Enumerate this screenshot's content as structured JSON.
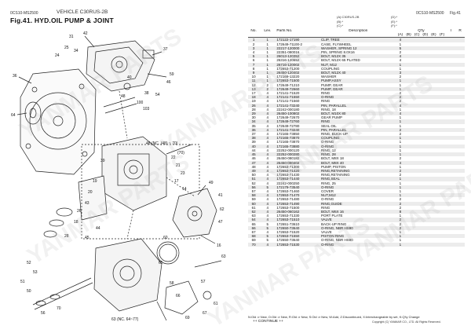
{
  "header": {
    "left_code": "0CS10-MS2500",
    "vehicle": "VEHICLE C30RUS-2B",
    "right_code": "0CS10-MS2500",
    "right_fig": "Fig.41",
    "title": "Fig.41.   HYD.OIL PUMP & JOINT"
  },
  "legend_top": {
    "a": "(A):C30RUS-2B",
    "b": "(B):*",
    "c": "(C):*",
    "d": "(D):*",
    "e": "(E):*",
    "f": "(F):*"
  },
  "columns": {
    "no": "No.",
    "lev": "Lev.",
    "part": "Parts No.",
    "desc": "Description",
    "qty": "Q'ty",
    "i": "I",
    "r": "R",
    "qa": "(A)",
    "qb": "(B)",
    "qc": "(C)",
    "qd": "(D)",
    "qe": "(E)",
    "qf": "(F)"
  },
  "rows": [
    {
      "no": "1",
      "lev": "1",
      "part": "172122-17190",
      "desc": "CLIP, TREE",
      "qty": "4"
    },
    {
      "no": "2",
      "lev": "1",
      "part": "172649-71100-2",
      "desc": "CASE, FLYWHEEL",
      "qty": "1"
    },
    {
      "no": "3",
      "lev": "1",
      "part": "22217-120000",
      "desc": "WASHER, SPRING 12",
      "qty": "5"
    },
    {
      "no": "4",
      "lev": "1",
      "part": "22351-080016",
      "desc": "PIN, SPRING 8.0X16",
      "qty": "2"
    },
    {
      "no": "5",
      "lev": "1",
      "part": "26013-120352",
      "desc": "BOLT, M12X 35",
      "qty": "4"
    },
    {
      "no": "6",
      "lev": "1",
      "part": "26316-120652",
      "desc": "BOLT, M12X 65 PLATED",
      "qty": "4"
    },
    {
      "no": "7",
      "lev": "1",
      "part": "26716-120002",
      "desc": "NUT, M12",
      "qty": "1"
    },
    {
      "no": "8",
      "lev": "1",
      "part": "172653-71200",
      "desc": "COUPLING",
      "qty": "1"
    },
    {
      "no": "9",
      "lev": "1",
      "part": "26450-120402",
      "desc": "BOLT, M12X 40",
      "qty": "3"
    },
    {
      "no": "10",
      "lev": "1",
      "part": "172169-13220",
      "desc": "WASHER",
      "qty": "2"
    },
    {
      "no": "11",
      "lev": "1",
      "part": "172653-71500",
      "desc": "PUMP,ASSY",
      "qty": "1"
    },
    {
      "no": "12",
      "lev": "2",
      "part": "172649-71210",
      "desc": "PUMP, GEAR",
      "qty": "1"
    },
    {
      "no": "13",
      "lev": "2",
      "part": "172649-72660",
      "desc": "PUMP, GEAR",
      "qty": "1"
    },
    {
      "no": "17",
      "lev": "4",
      "part": "172141-71520",
      "desc": "RING",
      "qty": "2"
    },
    {
      "no": "18",
      "lev": "4",
      "part": "172141-71550",
      "desc": "O-RING",
      "qty": "2"
    },
    {
      "no": "19",
      "lev": "4",
      "part": "172141-71560",
      "desc": "RING",
      "qty": "2"
    },
    {
      "no": "26",
      "lev": "4",
      "part": "172141-73240",
      "desc": "PIN, PARALLEL",
      "qty": "4"
    },
    {
      "no": "28",
      "lev": "4",
      "part": "22242-000180",
      "desc": "RING,  18",
      "qty": "1"
    },
    {
      "no": "29",
      "lev": "4",
      "part": "26450-100802",
      "desc": "BOLT, M10X 80",
      "qty": "4"
    },
    {
      "no": "30",
      "lev": "4",
      "part": "172649-72670",
      "desc": "GEAR PUMP",
      "qty": "1"
    },
    {
      "no": "34",
      "lev": "4",
      "part": "172649-72760",
      "desc": "RING",
      "qty": "1"
    },
    {
      "no": "35",
      "lev": "4",
      "part": "172649-72780",
      "desc": "SEAL OIL",
      "qty": "1"
    },
    {
      "no": "36",
      "lev": "4",
      "part": "172141-73240",
      "desc": "PIN, PARALLEL",
      "qty": "2"
    },
    {
      "no": "37",
      "lev": "4",
      "part": "172165-73850",
      "desc": "RING, BUCK-UP",
      "qty": "2"
    },
    {
      "no": "38",
      "lev": "4",
      "part": "172165-73870",
      "desc": "COUPLING",
      "qty": "1"
    },
    {
      "no": "39",
      "lev": "4",
      "part": "172165-73870",
      "desc": "O-RING",
      "qty": "1"
    },
    {
      "no": "40",
      "lev": "4",
      "part": "172165-73880",
      "desc": "O-RING",
      "qty": "1"
    },
    {
      "no": "44",
      "lev": "4",
      "part": "22252-000120",
      "desc": "RING,  12",
      "qty": "1"
    },
    {
      "no": "45",
      "lev": "4",
      "part": "22252-000280",
      "desc": "RING,  28",
      "qty": "1"
    },
    {
      "no": "46",
      "lev": "4",
      "part": "26450-080182",
      "desc": "BOLT, M8X 18",
      "qty": "2"
    },
    {
      "no": "47",
      "lev": "4",
      "part": "26450-080402",
      "desc": "BOLT, M8X 40",
      "qty": "4"
    },
    {
      "no": "48",
      "lev": "4",
      "part": "172653-71300",
      "desc": "PUMP, PISTON",
      "qty": "1"
    },
    {
      "no": "49",
      "lev": "4",
      "part": "172653-71420",
      "desc": "RING,RETAINING",
      "qty": "2"
    },
    {
      "no": "50",
      "lev": "4",
      "part": "172653-71430",
      "desc": "RING,RETAINING",
      "qty": "2"
    },
    {
      "no": "51",
      "lev": "4",
      "part": "172653-71440",
      "desc": "RING,SEAL",
      "qty": "1"
    },
    {
      "no": "52",
      "lev": "4",
      "part": "22242-000250",
      "desc": "RING,  25",
      "qty": "1"
    },
    {
      "no": "56",
      "lev": "5",
      "part": "172179-73540",
      "desc": "O-RING",
      "qty": "1"
    },
    {
      "no": "57",
      "lev": "4",
      "part": "172653-71460",
      "desc": "COVER",
      "qty": "1"
    },
    {
      "no": "58",
      "lev": "4",
      "part": "172653-71470",
      "desc": "NUT,M12",
      "qty": "1"
    },
    {
      "no": "59",
      "lev": "4",
      "part": "172653-71480",
      "desc": "O-RING",
      "qty": "2"
    },
    {
      "no": "60",
      "lev": "4",
      "part": "172653-71490",
      "desc": "RING,GUIDE",
      "qty": "2"
    },
    {
      "no": "61",
      "lev": "4",
      "part": "172653-71500",
      "desc": "RING",
      "qty": "2"
    },
    {
      "no": "62",
      "lev": "4",
      "part": "26450-060162",
      "desc": "BOLT, M6X 16",
      "qty": "8"
    },
    {
      "no": "63",
      "lev": "4",
      "part": "172653-71330",
      "desc": "PORT PLATE",
      "qty": "1"
    },
    {
      "no": "64",
      "lev": "4",
      "part": "172653-71510",
      "desc": "VALVE",
      "qty": "2"
    },
    {
      "no": "65",
      "lev": "5",
      "part": "172651-73610",
      "desc": "BACK-UP RING",
      "qty": "2"
    },
    {
      "no": "66",
      "lev": "5",
      "part": "172650-73640",
      "desc": "O-RING, NBR HS90",
      "qty": "2"
    },
    {
      "no": "67",
      "lev": "4",
      "part": "172653-71520",
      "desc": "VALVE",
      "qty": "1"
    },
    {
      "no": "68",
      "lev": "5",
      "part": "172653-71550",
      "desc": "PISTON RING",
      "qty": "1"
    },
    {
      "no": "69",
      "lev": "5",
      "part": "172650-73640",
      "desc": "O-RING, NBR HS90",
      "qty": "1"
    },
    {
      "no": "70",
      "lev": "4",
      "part": "172653-71530",
      "desc": "O-RING",
      "qty": "1"
    }
  ],
  "footer": {
    "legend": "N:Old ⇒ New, O:Old ⇒ New, R:Old ⇒ New, S:Old ⇒ New, W:Add, Z:Discontinued, X:Interchangeable by set, K:Q'ty Change",
    "continue": "++ CONTINUE ++",
    "copyright": "Copyright (C)  YANMAR CO., LTD. All Rights Reserved."
  },
  "diagram": {
    "watermark": "YANMAR PARTS",
    "callouts": [
      "31",
      "42",
      "25",
      "34",
      "24",
      "37",
      "59",
      "46",
      "38",
      "54",
      "40",
      "48",
      "100",
      "103",
      "36",
      "64",
      "48 (NC. (48) ~ 70)",
      "(70)",
      "39",
      "22",
      "21",
      "23",
      "17",
      "19",
      "14",
      "20",
      "43",
      "26",
      "18",
      "28",
      "44",
      "45",
      "49",
      "41",
      "62",
      "47",
      "16",
      "63",
      "60",
      "65",
      "52",
      "53",
      "51",
      "50",
      "56",
      "70",
      "58",
      "57",
      "69",
      "66",
      "61",
      "67",
      "63 (NC. 64~77)"
    ]
  }
}
